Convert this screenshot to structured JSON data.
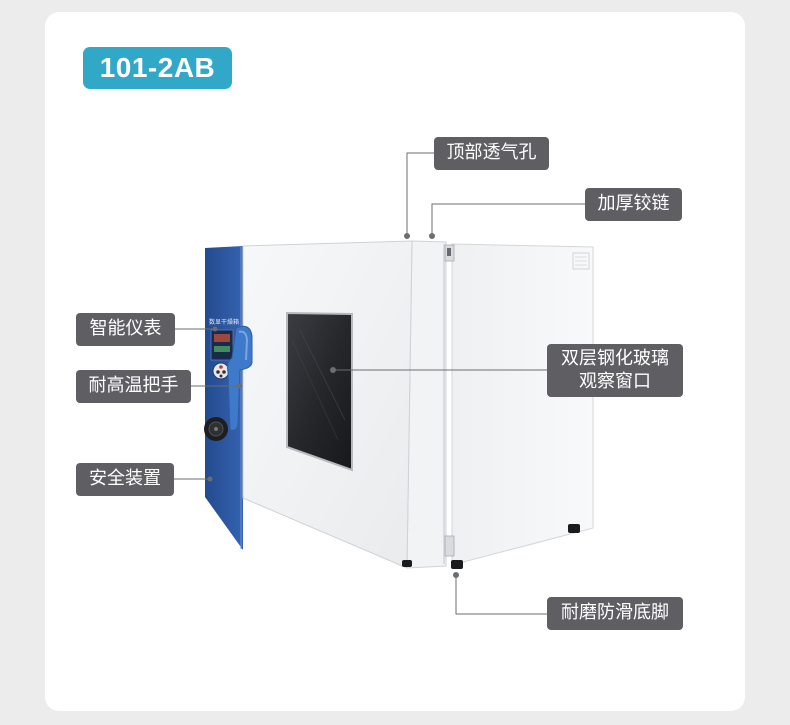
{
  "model": "101-2AB",
  "panel_text": "数显干燥箱",
  "colors": {
    "badge": "#31a8c8",
    "label_bg": "#5f5f63",
    "panel_blue": "#2f5aa3",
    "handle_blue": "#3f79c9"
  },
  "callouts": {
    "vent": "顶部透气孔",
    "hinge": "加厚铰链",
    "meter": "智能仪表",
    "handle": "耐高温把手",
    "window_line1": "双层钢化玻璃",
    "window_line2": "观察窗口",
    "safety": "安全装置",
    "feet": "耐磨防滑底脚"
  }
}
